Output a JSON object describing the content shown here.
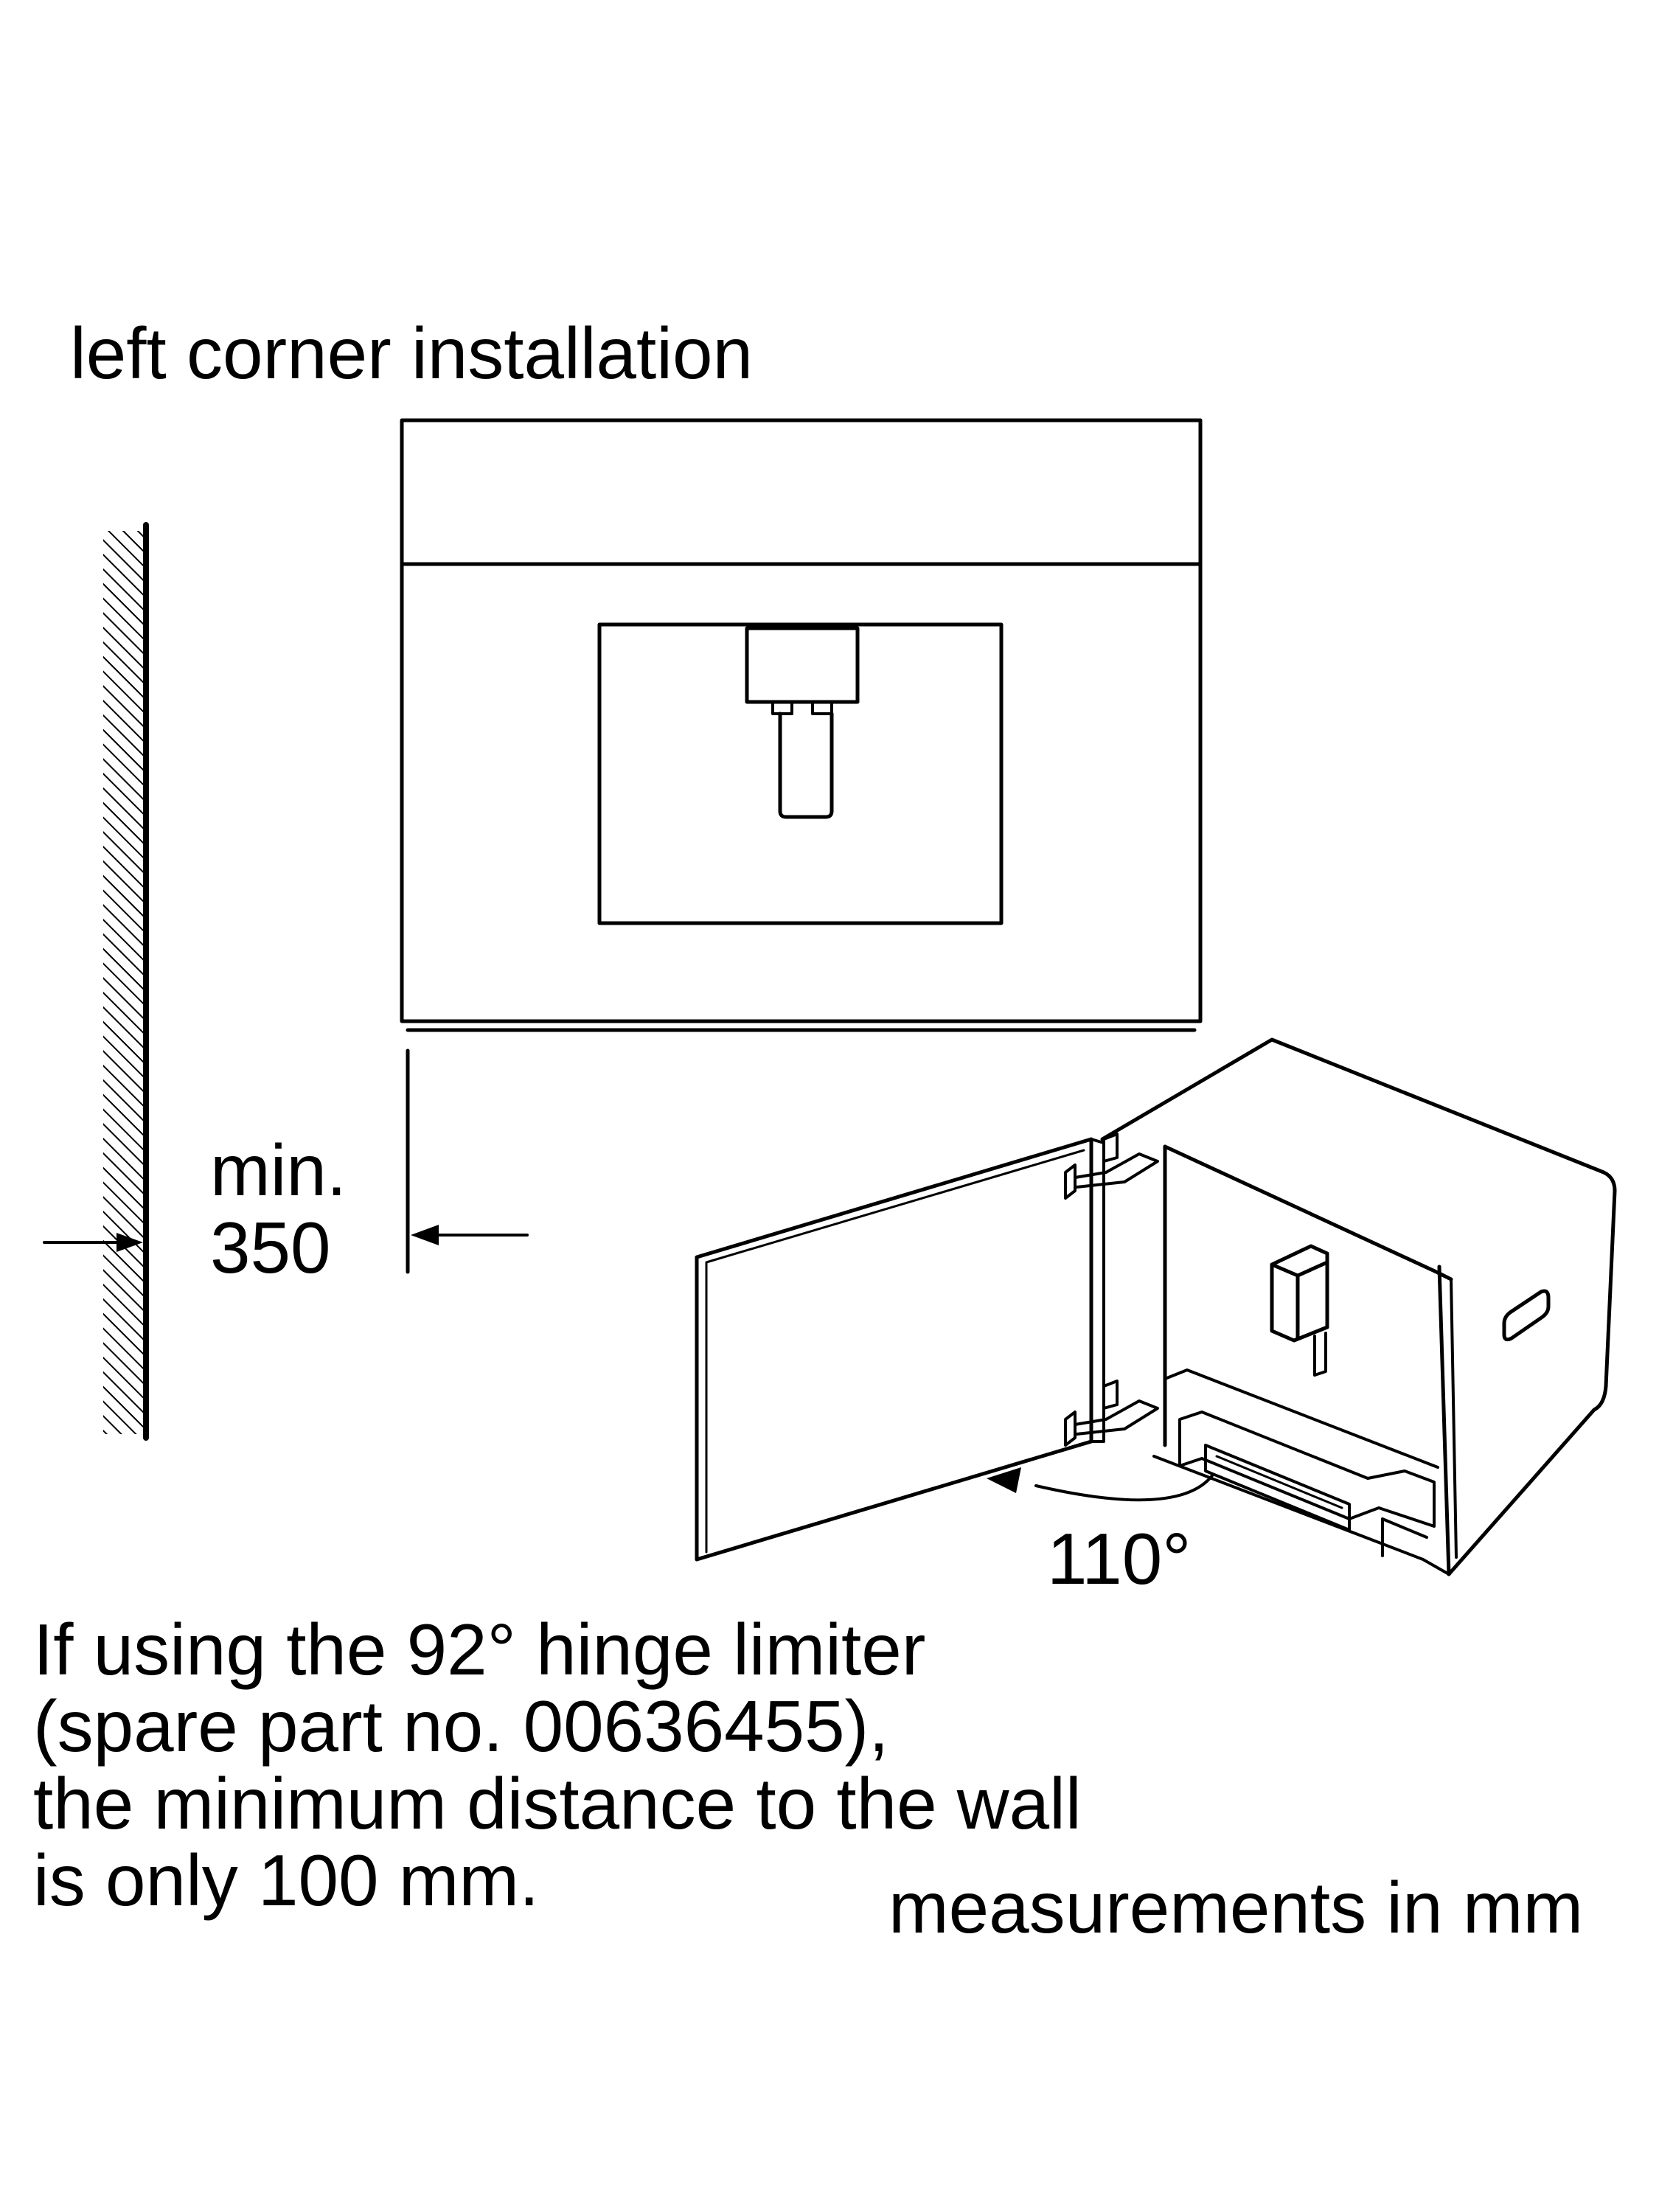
{
  "title": "left corner installation",
  "dimension": {
    "line1": "min.",
    "line2": "350"
  },
  "door_angle": "110°",
  "note": {
    "line1": "If using the 92° hinge limiter",
    "line2": "(spare part no. 00636455),",
    "line3": "the minimum distance to the wall",
    "line4": "is only 100 mm."
  },
  "units": "measurements in mm"
}
